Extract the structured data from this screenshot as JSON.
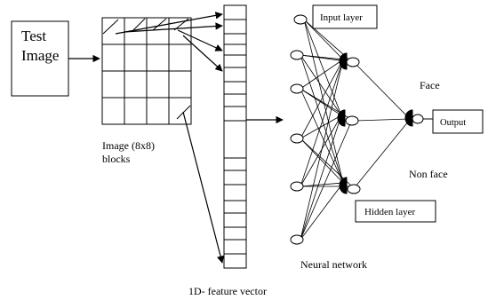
{
  "labels": {
    "test_image_line1": "Test",
    "test_image_line2": "Image",
    "image_blocks_line1": "Image (8x8)",
    "image_blocks_line2": "blocks",
    "feature_vector": "1D- feature vector",
    "input_layer": "Input layer",
    "hidden_layer": "Hidden layer",
    "output": "Output",
    "face": "Face",
    "non_face": "Non face",
    "neural_network": "Neural network"
  },
  "colors": {
    "stroke": "#000000",
    "background": "#ffffff"
  }
}
